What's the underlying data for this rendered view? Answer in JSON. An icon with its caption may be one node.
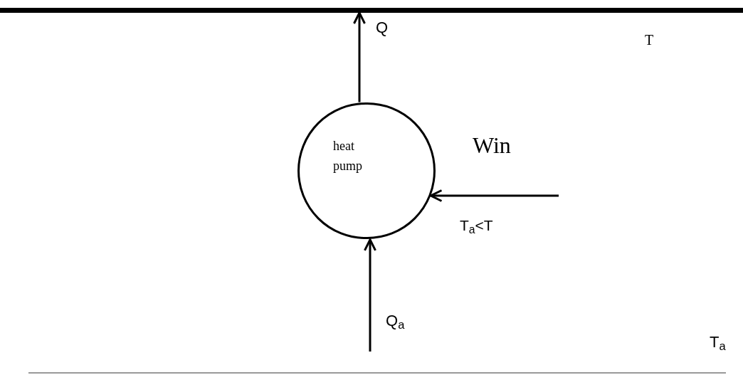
{
  "diagram": {
    "nodes": [
      {
        "text": [],
        "shape": "bar"
      },
      {
        "text": [
          "heat pump"
        ]
      }
    ],
    "edges": [
      {
        "from": 1,
        "to": 0,
        "arrow": "to",
        "label": "Q"
      },
      {
        "from": null,
        "to": 1,
        "arrow": "to",
        "label": "Win"
      },
      {
        "from": null,
        "to": 1,
        "arrow": "to",
        "label": "Q$_{a}$"
      }
    ],
    "labels": [
      "T",
      "T$_{a}$<T",
      "T$_{a}$"
    ]
  }
}
